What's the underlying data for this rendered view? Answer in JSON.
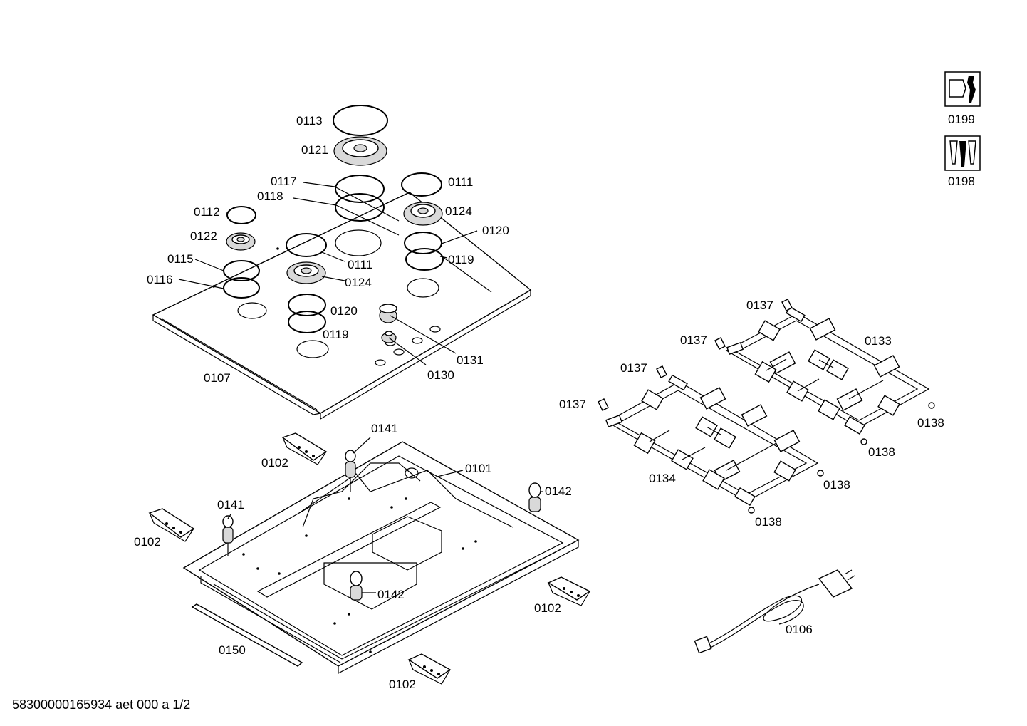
{
  "footer": {
    "doc_id": "58300000165934 aet 000 a 1/2"
  },
  "callouts": {
    "c0113": "0113",
    "c0121": "0121",
    "c0117": "0117",
    "c0118": "0118",
    "c0111a": "0111",
    "c0124a": "0124",
    "c0120a": "0120",
    "c0119a": "0119",
    "c0112": "0112",
    "c0122": "0122",
    "c0111b": "0111",
    "c0124b": "0124",
    "c0115": "0115",
    "c0116": "0116",
    "c0120b": "0120",
    "c0119b": "0119",
    "c0131": "0131",
    "c0130": "0130",
    "c0107": "0107",
    "c0141a": "0141",
    "c0102a": "0102",
    "c0101": "0101",
    "c0142a": "0142",
    "c0141b": "0141",
    "c0102b": "0102",
    "c0142b": "0142",
    "c0102c": "0102",
    "c0150": "0150",
    "c0102d": "0102",
    "c0137a": "0137",
    "c0137b": "0137",
    "c0137c": "0137",
    "c0137d": "0137",
    "c0133": "0133",
    "c0134": "0134",
    "c0138a": "0138",
    "c0138b": "0138",
    "c0138c": "0138",
    "c0138d": "0138",
    "c0106": "0106",
    "c0199": "0199",
    "c0198": "0198"
  },
  "icons": {
    "tool": "wrench-spanner-icon",
    "screws": "screws-icon"
  }
}
